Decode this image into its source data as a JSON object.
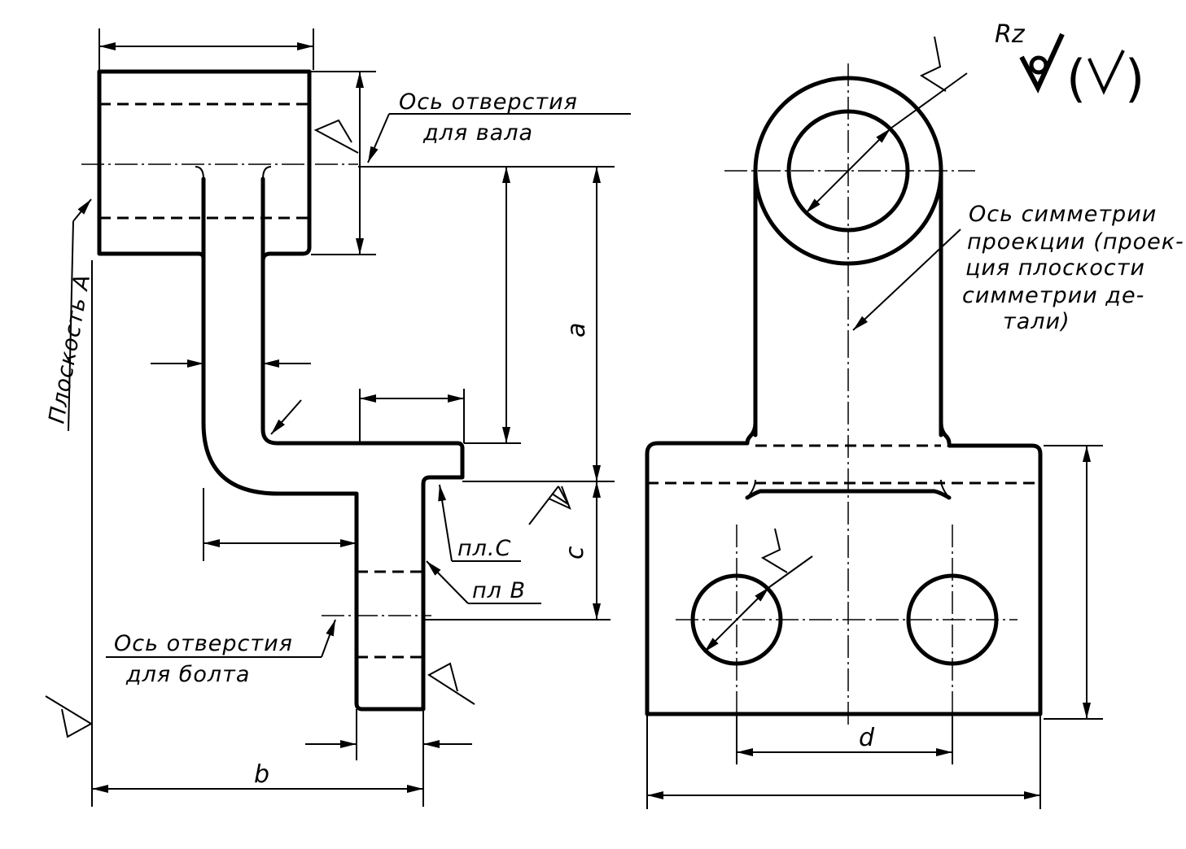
{
  "annotations": {
    "shaft_hole_axis": [
      "Ось отверстия",
      "для вала"
    ],
    "bolt_hole_axis": [
      "Ось отверстия",
      "для болта"
    ],
    "plane_a": "Плоскость А",
    "plane_c": "пл.С",
    "plane_b": "пл В",
    "symmetry_axis": [
      "Ось симметрии",
      "проекции (проек-",
      "ция плоскости",
      "симметрии де-",
      "тали)"
    ]
  },
  "dimensions": {
    "a": "a",
    "b": "b",
    "c": "c",
    "d": "d"
  },
  "roughness": {
    "label": "Rz",
    "paren_open": "(",
    "paren_close": ")"
  },
  "colors": {
    "ink": "#000000",
    "paper": "#ffffff"
  }
}
